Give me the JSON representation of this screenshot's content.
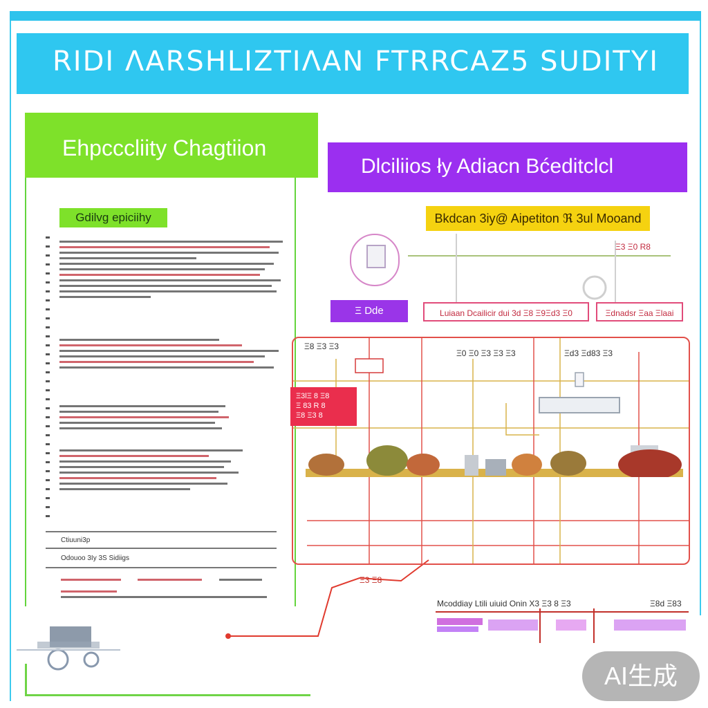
{
  "header": {
    "title": "RIDI ΛARSHLIZTIΛAN FTRRCAZ5 SUDITYI"
  },
  "left_panel": {
    "title": "Ehpcccliity Chagtiion",
    "badge": "Gdilvg epiciihy",
    "footer_heading_1": "Ctiuuni3p",
    "footer_heading_2": "Odouoo 3Iy 3S  Sidiigs"
  },
  "right_panel": {
    "title": "Dlciliios ły Adiacn Bćeditclcl",
    "badge": "Bkdcan 3iy@ Aipetiton ℜ 3ul Mooand",
    "chip": "Ξ Dde",
    "side_label": "Ξ3 Ξ0 R8",
    "table_header_1": "Luiaan Dcailicir dui 3d Ξ8 Ξ9Ξd3 Ξ0",
    "table_header_2": "Ξdnadsr Ξaa Ξlaai",
    "red_box_text": "Ξ3lΞ 8 Ξ8\nΞ 83 R 8\nΞ8 Ξ3 8",
    "grid_label_1": "Ξ8 Ξ3 Ξ3",
    "grid_label_2": "Ξ0 Ξ0 Ξ3 Ξ3 Ξ3",
    "grid_label_3": "Ξd3 Ξd83 Ξ3",
    "connector_label": "Ξ3 Ξ8",
    "legend_heading": "Mcoddiay   Ltili uiuid Onin Χ3 Ξ3 8  Ξ3",
    "legend_right": "Ξ8d Ξ83"
  },
  "watermark": "AI生成",
  "colors": {
    "sky": "#2fc7f0",
    "green": "#7ee12a",
    "purple": "#9b2ff0",
    "yellow": "#f5d210",
    "red": "#ea2e4d",
    "frame_red": "#e2504a"
  }
}
